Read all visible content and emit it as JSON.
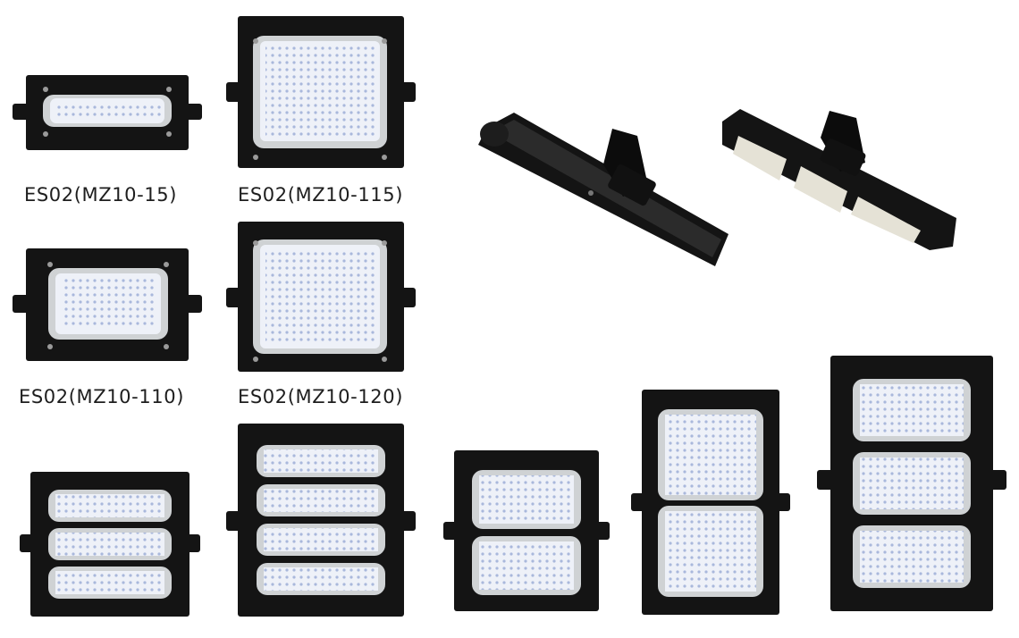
{
  "captions": [
    "ES02(MZ10-15)",
    "ES02(MZ10-115)",
    "ES02(MZ10-110)",
    "ES02(MZ10-120)"
  ],
  "colors": {
    "housing": "#141414",
    "bezel": "#cfd2d4",
    "led_panel": "#eef1f8",
    "led_dot": "#a9b8dc"
  }
}
